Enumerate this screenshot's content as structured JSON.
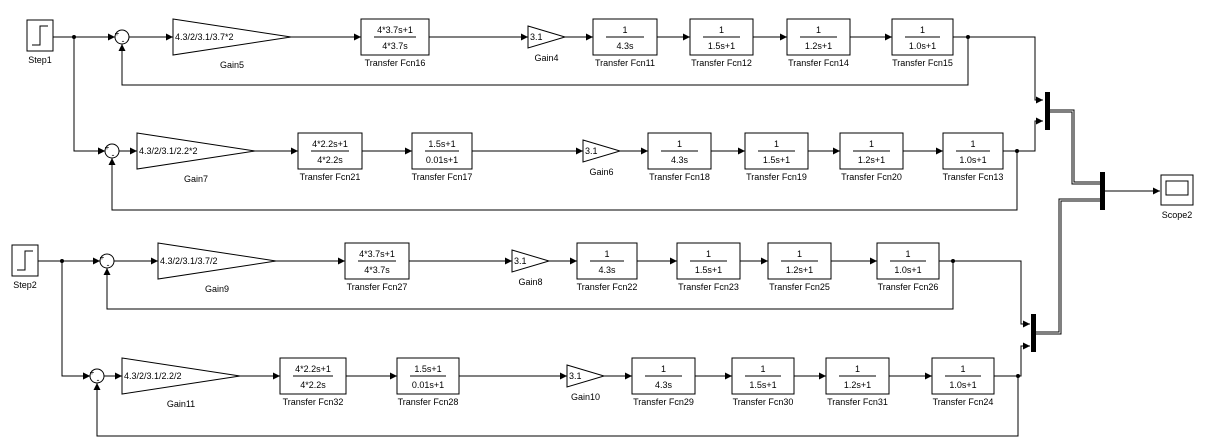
{
  "steps": [
    {
      "id": "step1",
      "label": "Step1"
    },
    {
      "id": "step2",
      "label": "Step2"
    }
  ],
  "scope": {
    "label": "Scope2"
  },
  "sum_signs": {
    "plus": "+",
    "minus": "-"
  },
  "loops": [
    {
      "gain_main": {
        "value": "4.3/2/3.1/3.7*2",
        "label": "Gain5"
      },
      "controller": [
        {
          "num": "4*3.7s+1",
          "den": "4*3.7s",
          "label": "Transfer Fcn16"
        }
      ],
      "gain_plant": {
        "value": "3.1",
        "label": "Gain4"
      },
      "plant": [
        {
          "num": "1",
          "den": "4.3s",
          "label": "Transfer Fcn11"
        },
        {
          "num": "1",
          "den": "1.5s+1",
          "label": "Transfer Fcn12"
        },
        {
          "num": "1",
          "den": "1.2s+1",
          "label": "Transfer Fcn14"
        },
        {
          "num": "1",
          "den": "1.0s+1",
          "label": "Transfer Fcn15"
        }
      ]
    },
    {
      "gain_main": {
        "value": "4.3/2/3.1/2.2*2",
        "label": "Gain7"
      },
      "controller": [
        {
          "num": "4*2.2s+1",
          "den": "4*2.2s",
          "label": "Transfer Fcn21"
        },
        {
          "num": "1.5s+1",
          "den": "0.01s+1",
          "label": "Transfer Fcn17"
        }
      ],
      "gain_plant": {
        "value": "3.1",
        "label": "Gain6"
      },
      "plant": [
        {
          "num": "1",
          "den": "4.3s",
          "label": "Transfer Fcn18"
        },
        {
          "num": "1",
          "den": "1.5s+1",
          "label": "Transfer Fcn19"
        },
        {
          "num": "1",
          "den": "1.2s+1",
          "label": "Transfer Fcn20"
        },
        {
          "num": "1",
          "den": "1.0s+1",
          "label": "Transfer Fcn13"
        }
      ]
    },
    {
      "gain_main": {
        "value": "4.3/2/3.1/3.7/2",
        "label": "Gain9"
      },
      "controller": [
        {
          "num": "4*3.7s+1",
          "den": "4*3.7s",
          "label": "Transfer Fcn27"
        }
      ],
      "gain_plant": {
        "value": "3.1",
        "label": "Gain8"
      },
      "plant": [
        {
          "num": "1",
          "den": "4.3s",
          "label": "Transfer Fcn22"
        },
        {
          "num": "1",
          "den": "1.5s+1",
          "label": "Transfer Fcn23"
        },
        {
          "num": "1",
          "den": "1.2s+1",
          "label": "Transfer Fcn25"
        },
        {
          "num": "1",
          "den": "1.0s+1",
          "label": "Transfer Fcn26"
        }
      ]
    },
    {
      "gain_main": {
        "value": "4.3/2/3.1/2.2/2",
        "label": "Gain11"
      },
      "controller": [
        {
          "num": "4*2.2s+1",
          "den": "4*2.2s",
          "label": "Transfer Fcn32"
        },
        {
          "num": "1.5s+1",
          "den": "0.01s+1",
          "label": "Transfer Fcn28"
        }
      ],
      "gain_plant": {
        "value": "3.1",
        "label": "Gain10"
      },
      "plant": [
        {
          "num": "1",
          "den": "4.3s",
          "label": "Transfer Fcn29"
        },
        {
          "num": "1",
          "den": "1.5s+1",
          "label": "Transfer Fcn30"
        },
        {
          "num": "1",
          "den": "1.2s+1",
          "label": "Transfer Fcn31"
        },
        {
          "num": "1",
          "den": "1.0s+1",
          "label": "Transfer Fcn24"
        }
      ]
    }
  ]
}
